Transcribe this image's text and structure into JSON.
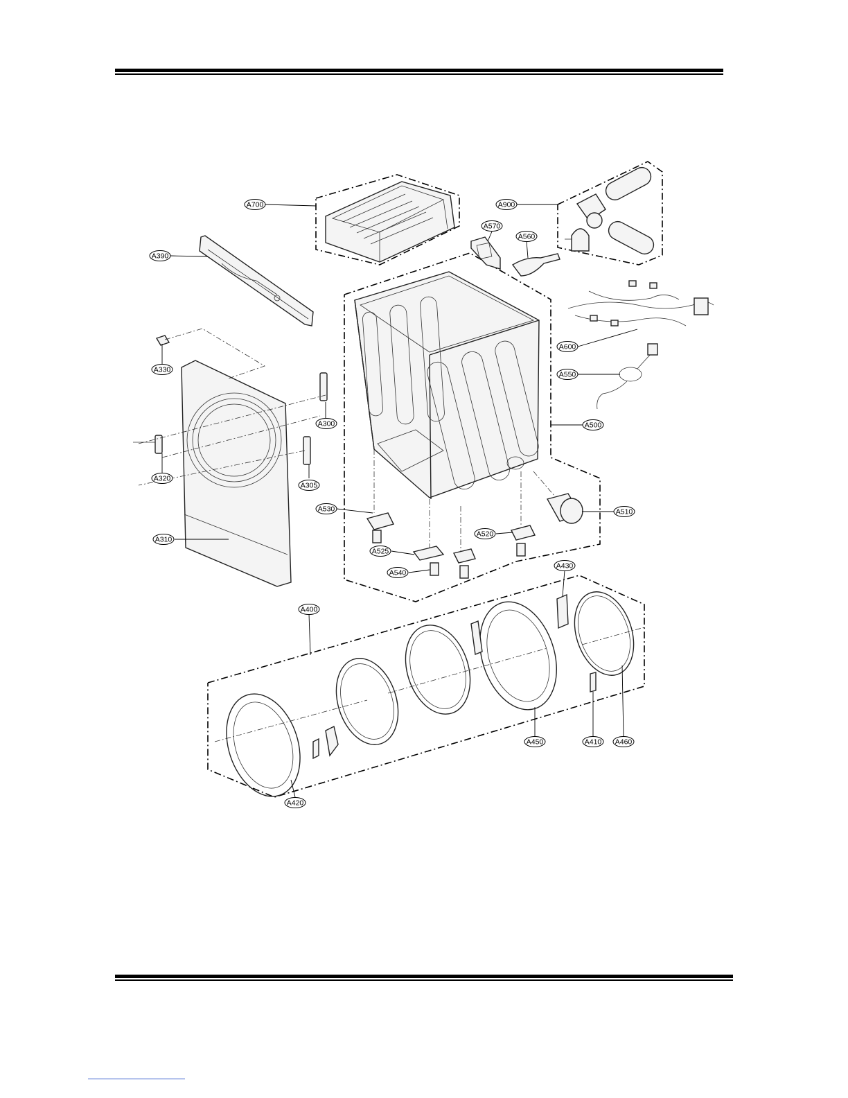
{
  "diagram": {
    "callouts": [
      {
        "id": "A700",
        "label": "A700"
      },
      {
        "id": "A900",
        "label": "A900"
      },
      {
        "id": "A390",
        "label": "A390"
      },
      {
        "id": "A570",
        "label": "A570"
      },
      {
        "id": "A560",
        "label": "A560"
      },
      {
        "id": "A330",
        "label": "A330"
      },
      {
        "id": "A600",
        "label": "A600"
      },
      {
        "id": "A550",
        "label": "A550"
      },
      {
        "id": "A300",
        "label": "A300"
      },
      {
        "id": "A500",
        "label": "A500"
      },
      {
        "id": "A320",
        "label": "A320"
      },
      {
        "id": "A305",
        "label": "A305"
      },
      {
        "id": "A530",
        "label": "A530"
      },
      {
        "id": "A510",
        "label": "A510"
      },
      {
        "id": "A310",
        "label": "A310"
      },
      {
        "id": "A520",
        "label": "A520"
      },
      {
        "id": "A525",
        "label": "A525"
      },
      {
        "id": "A540",
        "label": "A540"
      },
      {
        "id": "A430",
        "label": "A430"
      },
      {
        "id": "A400",
        "label": "A400"
      },
      {
        "id": "A450",
        "label": "A450"
      },
      {
        "id": "A410",
        "label": "A410"
      },
      {
        "id": "A460",
        "label": "A460"
      },
      {
        "id": "A420",
        "label": "A420"
      }
    ]
  }
}
